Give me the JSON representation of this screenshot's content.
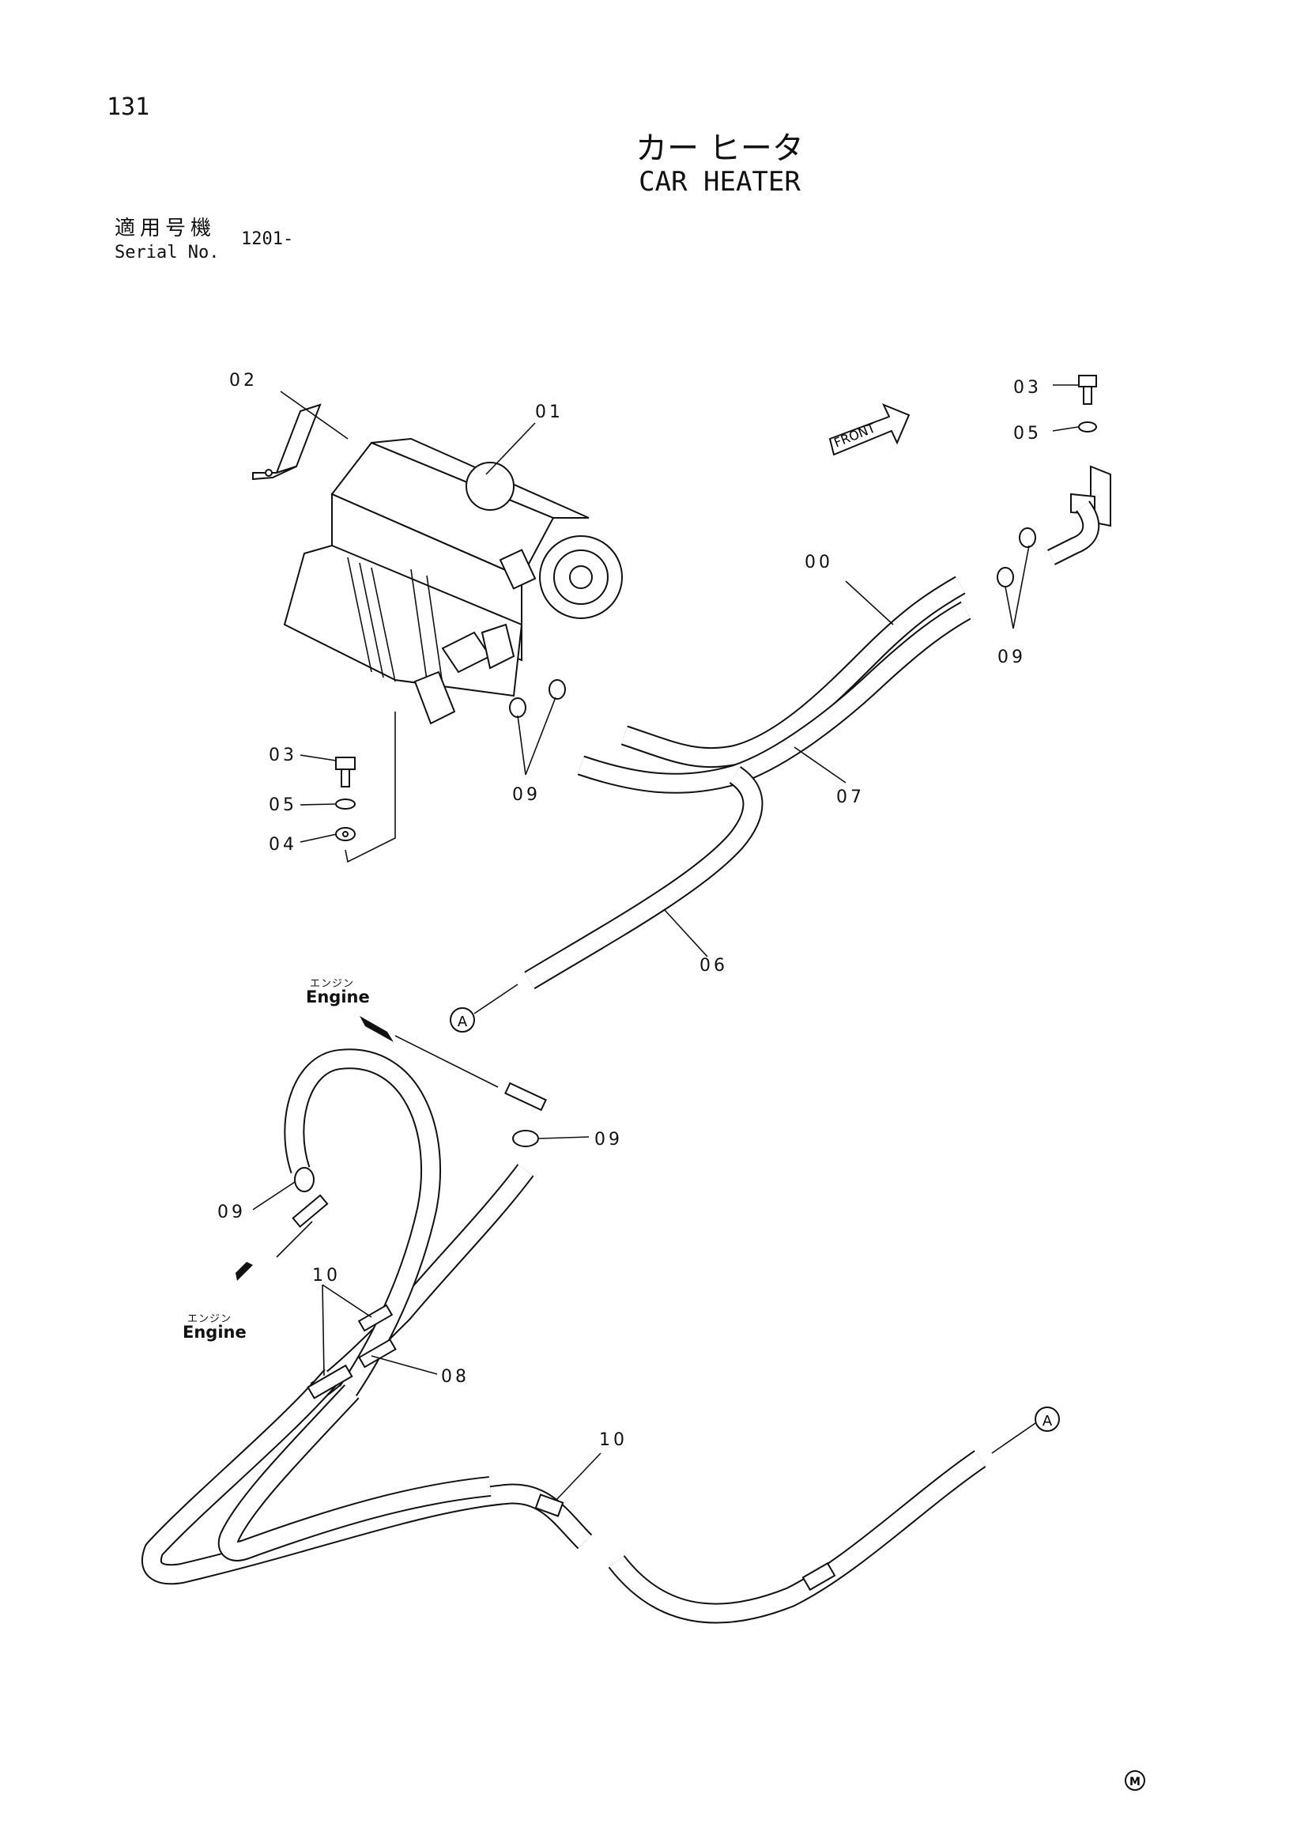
{
  "page_number": "131",
  "title_jp": "カー ヒータ",
  "title_en": "CAR HEATER",
  "serial_label_jp": "適用号機",
  "serial_label_en": "Serial No.",
  "serial_value": "1201-",
  "direction_label": "FRONT",
  "engine_label_jp": "エンジン",
  "engine_label_en": "Engine",
  "connector_label": "A",
  "footer_mark": "M",
  "callouts": {
    "c01": "01",
    "c02": "02",
    "c03_top": "03",
    "c05_top": "05",
    "c00": "00",
    "c09_right": "09",
    "c03_left": "03",
    "c05_left": "05",
    "c04": "04",
    "c09_mid": "09",
    "c07": "07",
    "c06": "06",
    "c09_lower": "09",
    "c09_left": "09",
    "c10_left": "10",
    "c08": "08",
    "c10_bottom": "10"
  }
}
